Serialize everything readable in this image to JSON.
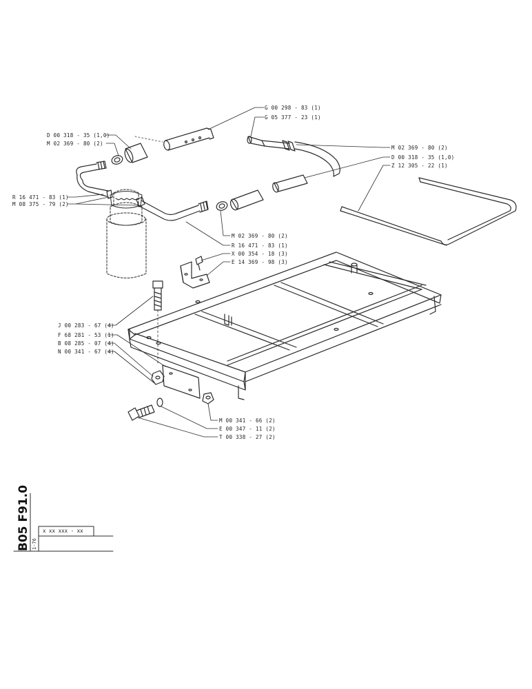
{
  "callouts": {
    "g00298": "G 00 298 - 83 (1)",
    "g05377": "G 05 377 - 23 (1)",
    "d00318_left": "D 00 318 - 35 (1,0)",
    "m02369_left": "M 02 369 - 80 (2)",
    "m02369_right": "M 02 369 - 80 (2)",
    "d00318_right": "D 00 318 - 35 (1,0)",
    "z12305": "Z 12 305 - 22 (1)",
    "r16471_left": "R 16 471 - 83 (1)",
    "m08375": "M 08 375 - 79 (2)",
    "m02369_mid": "M 02 369 - 80 (2)",
    "r16471_mid": "R 16 471 - 83 (1)",
    "x00354": "X 00 354 - 18 (3)",
    "e14369": "E 14 369 - 98 (3)",
    "j00283": "J 00 283 - 67 (4)",
    "f68281": "F 68 281 - 53 (1)",
    "b08285": "B 08 285 - 07 (4)",
    "n00341": "N 00 341 - 67 (4)",
    "m00341": "M 00 341 - 66 (2)",
    "e00347": "E 00 347 - 11 (2)",
    "t00338": "T 00 338 - 27 (2)"
  },
  "title_block": {
    "code": "B05 F91.0",
    "part_number_placeholder": "x xx  xxx - xx",
    "date": "1-76"
  }
}
